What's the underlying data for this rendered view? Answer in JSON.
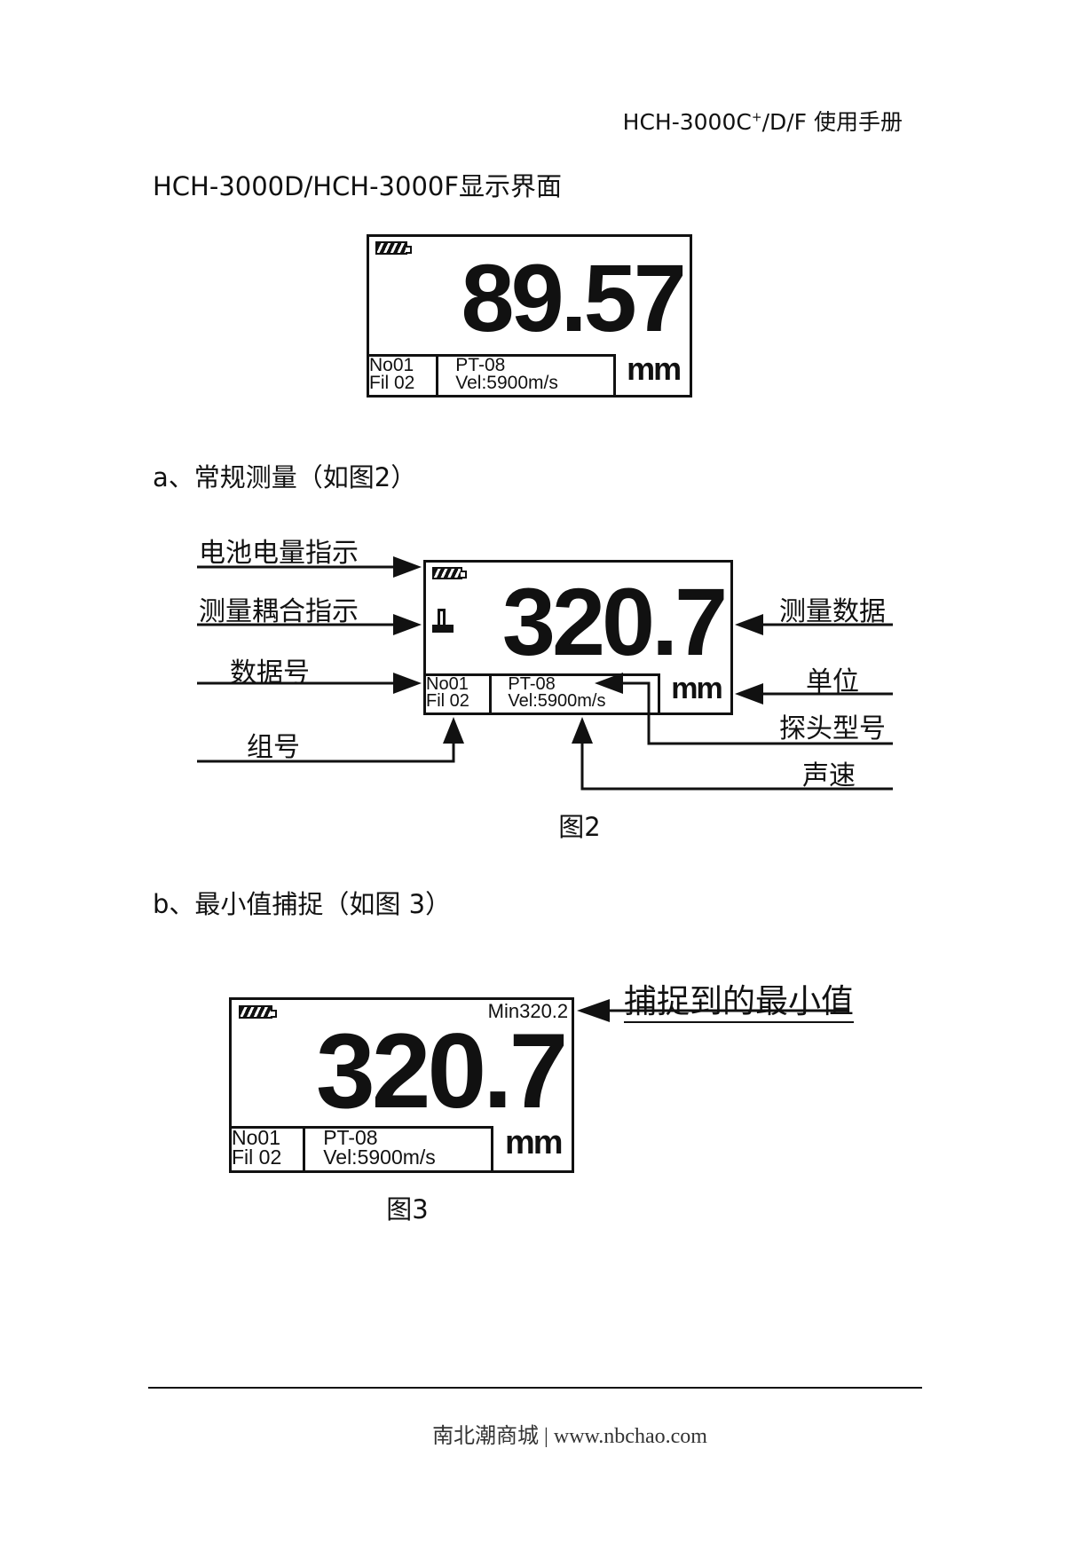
{
  "header": {
    "manual_title_prefix": "HCH-3000C",
    "manual_title_sup": "+",
    "manual_title_suffix": "/D/F 使用手册"
  },
  "page_title": "HCH-3000D/HCH-3000F显示界面",
  "figure1": {
    "reading": "89.57",
    "no": "No01",
    "fil": "Fil 02",
    "probe": "PT-08",
    "velocity": "Vel:5900m/s",
    "unit": "mm"
  },
  "section_a": {
    "heading": "a、常规测量（如图2）"
  },
  "figure2": {
    "reading": "320.7",
    "no": "No01",
    "fil": "Fil 02",
    "probe": "PT-08",
    "velocity": "Vel:5900m/s",
    "unit": "mm",
    "caption": "图2",
    "labels": {
      "battery": "电池电量指示",
      "coupling": "测量耦合指示",
      "data_no": "数据号",
      "group_no": "组号",
      "measurement": "测量数据",
      "unit": "单位",
      "probe_model": "探头型号",
      "sound_velocity": "声速"
    }
  },
  "section_b": {
    "heading": "b、最小值捕捉（如图 3）"
  },
  "figure3": {
    "reading": "320.7",
    "min": "Min320.2",
    "no": "No01",
    "fil": "Fil 02",
    "probe": "PT-08",
    "velocity": "Vel:5900m/s",
    "unit": "mm",
    "caption": "图3",
    "label_min": "捕捉到的最小值"
  },
  "footer": {
    "text": "南北潮商城 | www.nbchao.com"
  }
}
